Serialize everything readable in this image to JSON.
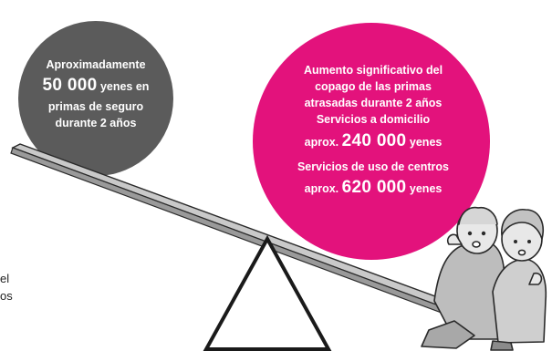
{
  "left_circle": {
    "line1": "Aproximadamente",
    "amount": "50 000",
    "unit": "yenes en",
    "line3": "primas de seguro",
    "line4": "durante 2 años",
    "color": "#5b5b5b"
  },
  "right_circle": {
    "line1": "Aumento significativo del",
    "line2": "copago de las primas",
    "line3": "atrasadas durante 2 años",
    "line4": "Servicios a domicilio",
    "home_prefix": "aprox.",
    "home_amount": "240 000",
    "home_unit": "yenes",
    "line6": "Servicios de uso de centros",
    "center_prefix": "aprox.",
    "center_amount": "620 000",
    "center_unit": "yenes",
    "color": "#e3127c"
  },
  "left_edge_text": {
    "line1": "el",
    "line2": "os"
  },
  "icons": [
    "seesaw-plank-icon",
    "fulcrum-triangle-icon",
    "elderly-couple-icon"
  ]
}
